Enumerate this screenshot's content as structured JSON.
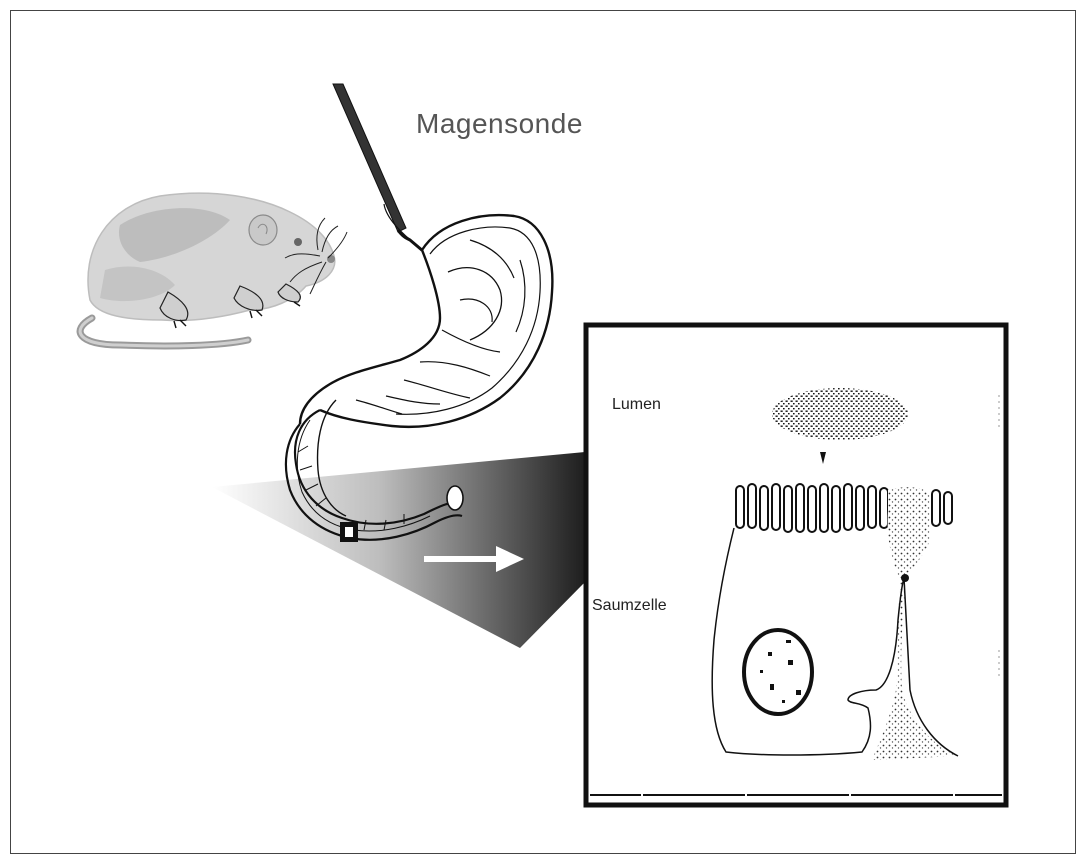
{
  "labels": {
    "probe": "Magensonde",
    "lumen": "Lumen",
    "cell": "Saumzelle"
  },
  "colors": {
    "frame": "#444444",
    "hamster_body": "#d4d4d4",
    "hamster_shade": "#b8b8b8",
    "line": "#111111",
    "background": "#ffffff"
  },
  "icons": {
    "animal": "hamster-illustration",
    "organ": "stomach-intestine-illustration",
    "detail": "enterocyte-cell-illustration",
    "arrow": "right-arrow-icon"
  }
}
